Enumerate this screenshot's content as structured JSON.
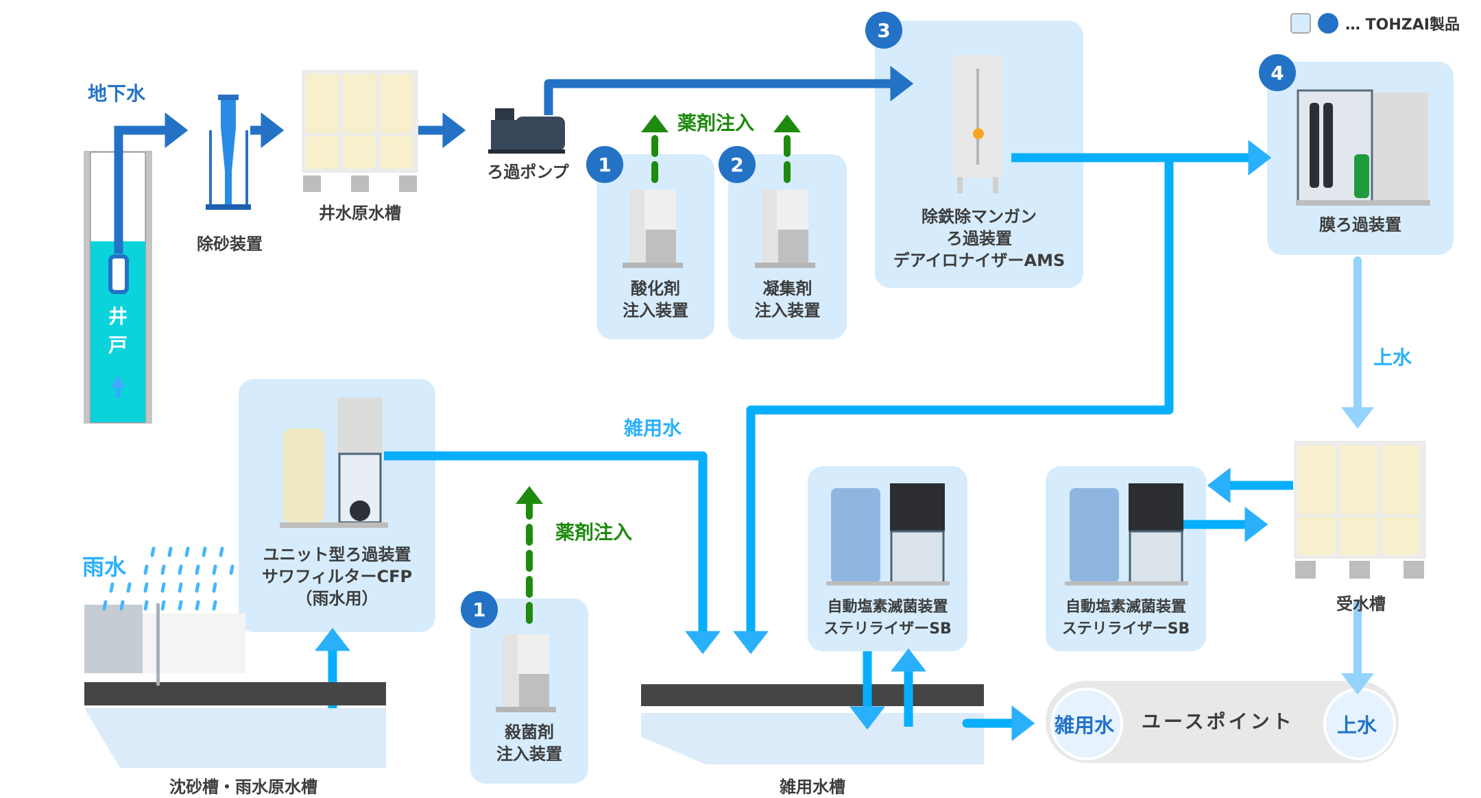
{
  "legend": {
    "text": "… TOHZAI製品",
    "box_color": "#d6ecfc",
    "circle_color": "#2372c6"
  },
  "colors": {
    "dark_blue": "#2372c6",
    "light_blue": "#06aefc",
    "pale_blue": "#94d3fd",
    "green": "#1e8a0e",
    "box_bg": "#d6ecfc"
  },
  "labels": {
    "groundwater": "地下水",
    "well": [
      "井",
      "戸"
    ],
    "sand_remover": "除砂装置",
    "well_raw_tank": "井水原水槽",
    "filter_pump": "ろ過ポンプ",
    "chemical_injection_top": "薬剤注入",
    "chemical_injection_bottom": "薬剤注入",
    "potable_water": "上水",
    "miscellaneous_water": "雑用水",
    "rainwater": "雨水",
    "settling_tank": "沈砂槽・雨水原水槽",
    "misc_water_tank": "雑用水槽",
    "receiving_tank": "受水槽"
  },
  "products": [
    {
      "id": "oxidant",
      "badge": "1",
      "lines": [
        "酸化剤",
        "注入装置"
      ]
    },
    {
      "id": "coagulant",
      "badge": "2",
      "lines": [
        "凝集剤",
        "注入装置"
      ]
    },
    {
      "id": "ams",
      "badge": "3",
      "lines": [
        "除鉄除マンガン",
        "ろ過装置",
        "デアイロナイザーAMS"
      ]
    },
    {
      "id": "membrane",
      "badge": "4",
      "lines": [
        "膜ろ過装置"
      ]
    },
    {
      "id": "cfp",
      "badge": "",
      "lines": [
        "ユニット型ろ過装置",
        "サワフィルターCFP",
        "（雨水用）"
      ]
    },
    {
      "id": "sterilant",
      "badge": "1",
      "lines": [
        "殺菌剤",
        "注入装置"
      ]
    },
    {
      "id": "sb1",
      "badge": "",
      "lines": [
        "自動塩素滅菌装置",
        "ステリライザーSB"
      ]
    },
    {
      "id": "sb2",
      "badge": "",
      "lines": [
        "自動塩素滅菌装置",
        "ステリライザーSB"
      ]
    }
  ],
  "use_point": {
    "label": "ユースポイント",
    "left": "雑用水",
    "right": "上水"
  }
}
